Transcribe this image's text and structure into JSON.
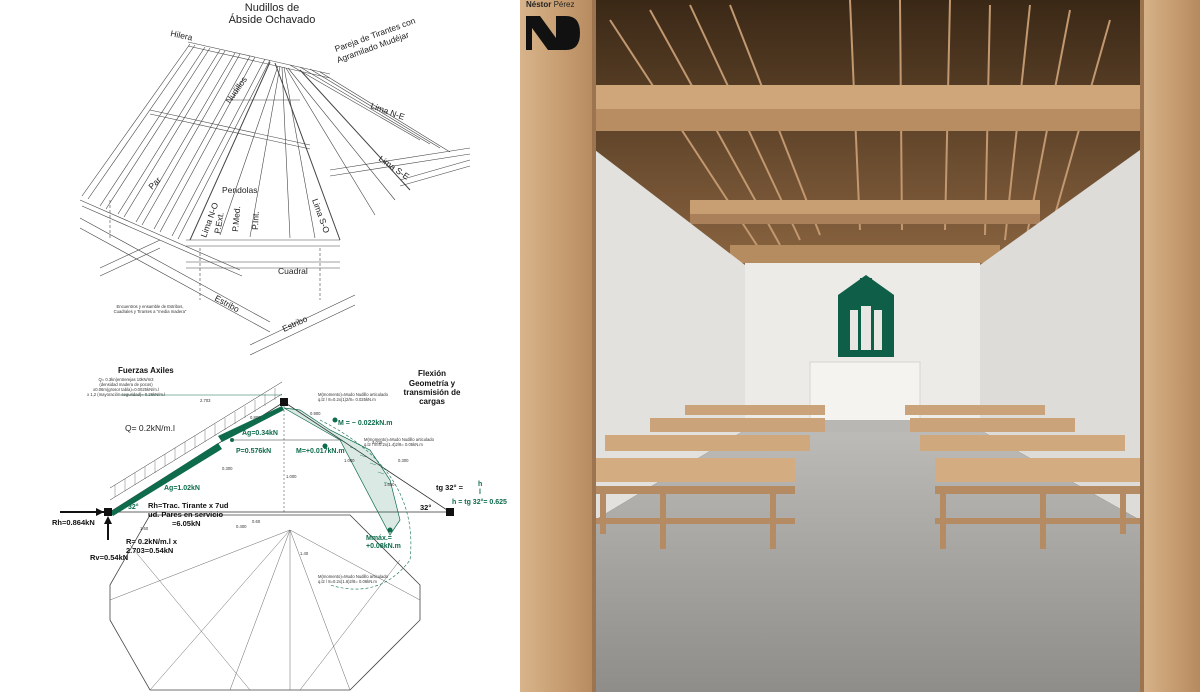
{
  "drawing": {
    "title_line1": "Nudillos de",
    "title_line2": "Ábside Ochavado",
    "labels": {
      "hilera": "Hilera",
      "pareja_line1": "Pareja de Tirantes con",
      "pareja_line2": "Agramilado Mudéjar",
      "nudillos": "Nudillos",
      "lima_ne": "Lima N-E",
      "lima_se": "Lima S-E",
      "par": "Par",
      "pendolas": "Pendolas",
      "lima_no": "Lima N-O",
      "p_ext": "P.Ext.",
      "p_med": "P.Med.",
      "p_int": "P.Int.",
      "lima_so": "Lima S-O",
      "cuadral": "Cuadral",
      "estribo_1": "Estribo",
      "estribo_2": "Estribo",
      "note_line1": "Encuentros y ensamble de Estribos,",
      "note_line2": "Cuadrales y Tirantes a \"media madera\""
    }
  },
  "structural": {
    "fuerzas_title": "Fuerzas Axiles",
    "fuerzas_notes": [
      "Q= 0.3kn(entrerejas 10kN/m3",
      "(densidad madera de pocos)",
      "x0.06m(grosor tabla)=0.0025kN/m.l",
      "x 1,2 (mayoración seguridad)= 0.26kN/m.l"
    ],
    "flexion_title": "Flexión",
    "geometria_line1": "Geometría y",
    "geometria_line2": "transmisión de",
    "geometria_line3": "cargas",
    "q_load": "Q= 0.2kN/m.l",
    "ag_upper": "Ag=0.34kN",
    "ag_lower": "Ag=1.02kN",
    "p_load": "P=0.576kN",
    "m_neg": "M = − 0.022kN.m",
    "m_pos": "M=+0.017kN.m",
    "angle_left": "32°",
    "angle_right": "32°",
    "rh": "Rh=0.864kN",
    "rv": "Rv=0.54kN",
    "rh_tirante_line1": "Rh=Trac. Tirante x 7ud",
    "rh_tirante_line2": "ud. Pares en servicio",
    "rh_tirante_line3": "=6.05kN",
    "r_line1": "R= 0.2kN/m.l x",
    "r_line2": "2.703=0.54kN",
    "mmax_line1": "Mmáx.=",
    "mmax_line2": "+0.08kN.m",
    "tg_line1_a": "tg 32° =",
    "tg_line1_h": "h",
    "tg_line1_l": "l",
    "tg_line2": "h = tg 32°= 0.625",
    "dim_top": "2.703",
    "dims": [
      "0.800",
      "1.000",
      "0.900",
      "0.400",
      "1.60",
      "0.60",
      "1.40",
      "0.300",
      "1.650",
      "0.300",
      "1.000",
      "3.015"
    ],
    "tiny_notes": [
      "M(momento)=Mudo Nudillo articulado",
      "q.l2 / 8=0.2x(1)2/8= 0.025kN.m",
      "M(momento)=Mudo Nudillo articulado",
      "q.l2 / 8=0.2x(1.4)2/8= 0.05kN.m",
      "M(momento)=Mudo Nudillo articulado",
      "q.l2 / 8=0.2x(1.6)2/8= 0.06kN.m"
    ],
    "colors": {
      "green": "#0e6b4c",
      "line": "#333333"
    }
  },
  "logo": {
    "first_name": "Néstor",
    "last_name": "Pérez",
    "icon": "np-monogram-icon"
  },
  "render": {
    "scene": "chapel-interior-render",
    "colors": {
      "wood": "#c9a27a",
      "wall": "#e9e7e3",
      "floor": "#a9a7a3",
      "altarpiece": "#0f5e48"
    }
  }
}
